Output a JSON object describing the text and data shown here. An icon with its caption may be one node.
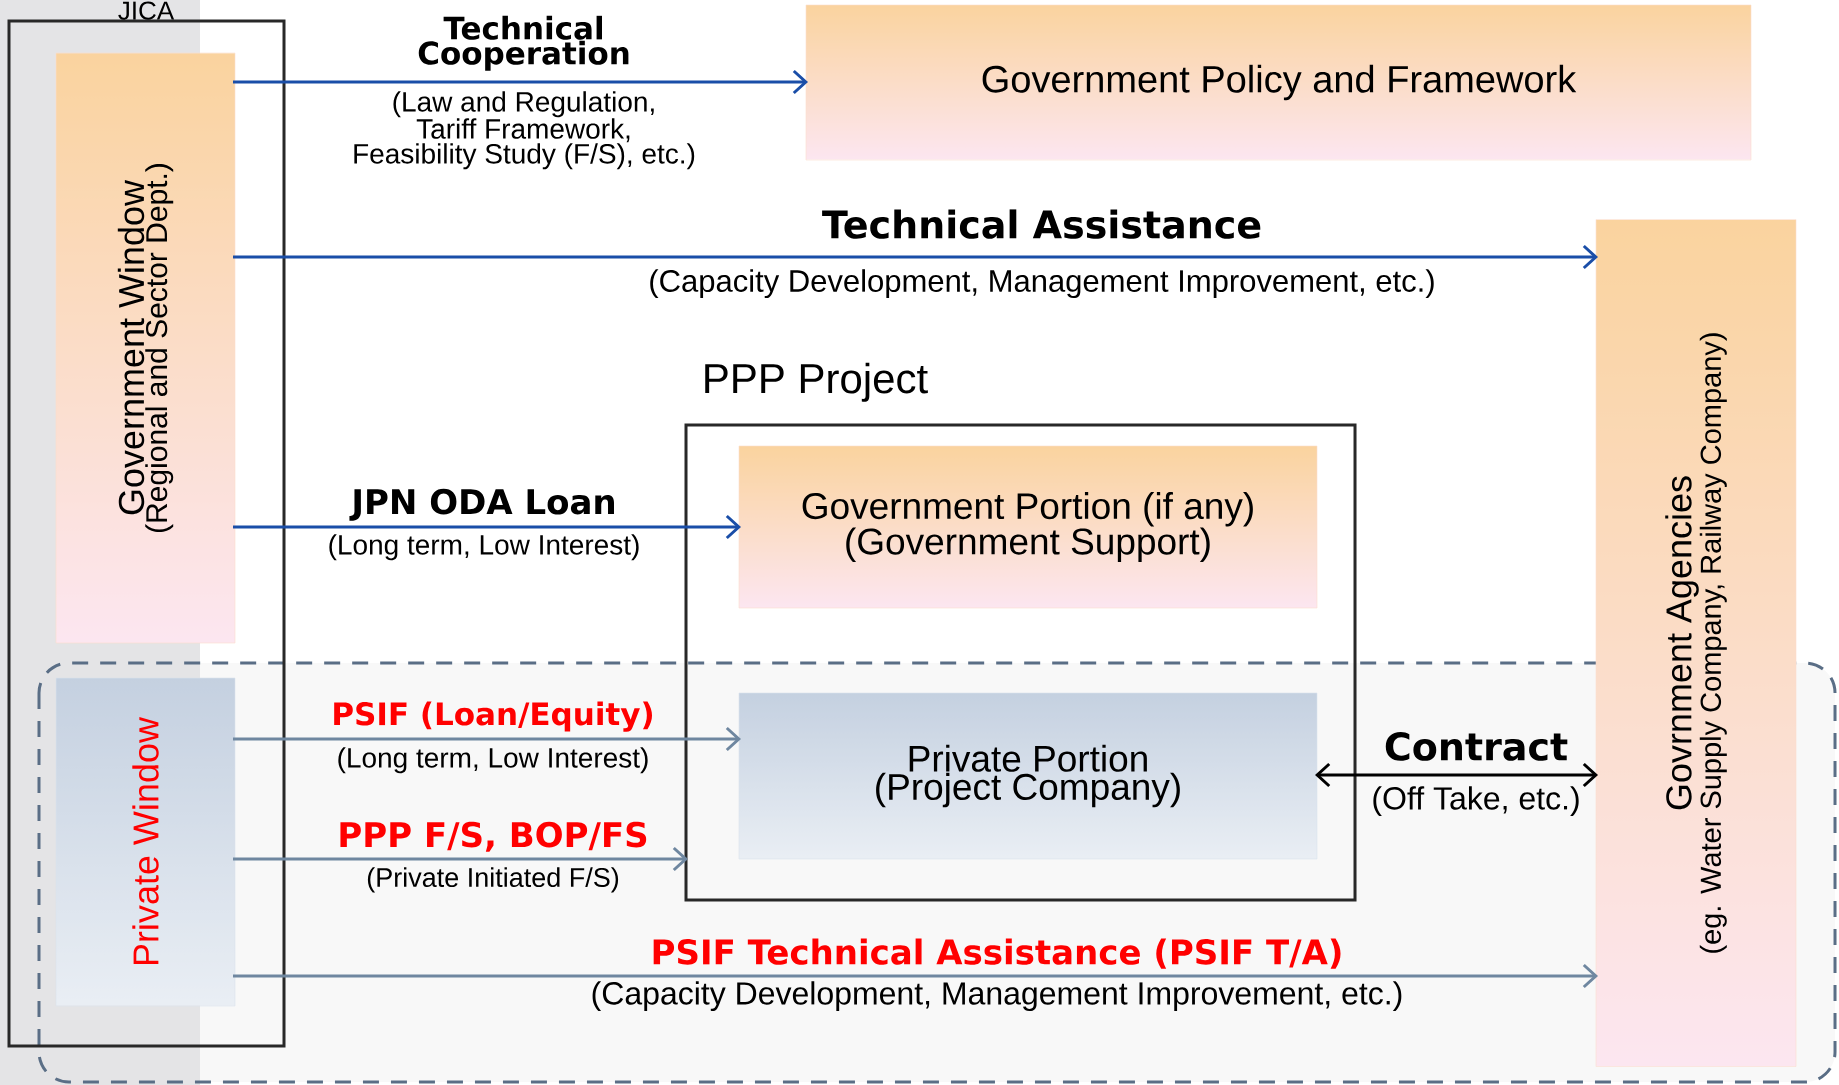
{
  "diagram": {
    "nodes": [
      {
        "text": [
          "JICA"
        ]
      },
      {
        "text": [
          "Government Window",
          "(Regional and Sector Dept.)"
        ],
        "in": 0
      },
      {
        "text": [
          "Government Policy and Framework"
        ]
      },
      {
        "text": [
          "Govrnment Agencies",
          "(eg. Water Supply Company, Railway Company)"
        ]
      },
      {
        "text": [
          "PPP Project"
        ]
      },
      {
        "text": [
          "Government Portion (if any)",
          "(Government Support)"
        ],
        "in": 4
      },
      {
        "text": [
          "Private Portion",
          "(Project Company)"
        ],
        "in": 4
      },
      {
        "text": [
          "Private Window"
        ],
        "in": 0
      }
    ],
    "edges": [
      {
        "from": 1,
        "to": 2,
        "arrow": "to",
        "label": "Technical Cooperation",
        "color": "#1a4ea8"
      },
      {
        "from": 1,
        "to": 3,
        "arrow": "to",
        "label": "Technical Assistance",
        "color": "#1a4ea8"
      },
      {
        "from": 1,
        "to": 5,
        "arrow": "to",
        "label": "JPN ODA Loan",
        "color": "#1a4ea8"
      },
      {
        "from": 7,
        "to": 6,
        "arrow": "to",
        "label": "PSIF (Loan/Equity)",
        "color": "#6f87a0"
      },
      {
        "from": 7,
        "to": 4,
        "arrow": "to",
        "label": "PPP F/S, BOP/FS",
        "color": "#6f87a0"
      },
      {
        "from": 6,
        "to": 3,
        "arrow": "both",
        "label": "Contract",
        "color": "#000000"
      },
      {
        "from": 7,
        "to": 3,
        "arrow": "to",
        "label": "PSIF Technical Assistance (PSIF T/A)",
        "color": "#6f87a0"
      }
    ],
    "labels": [
      "(Law and Regulation, Tariff Framework, Feasibility Study (F/S), etc.)",
      "(Capacity Development, Management Improvement, etc.)",
      "(Long term, Low Interest)",
      "(Long term, Low Interest)",
      "(Private Initiated F/S)",
      "(Off Take, etc.)",
      "(Capacity Development, Management Improvement, etc.)"
    ]
  }
}
